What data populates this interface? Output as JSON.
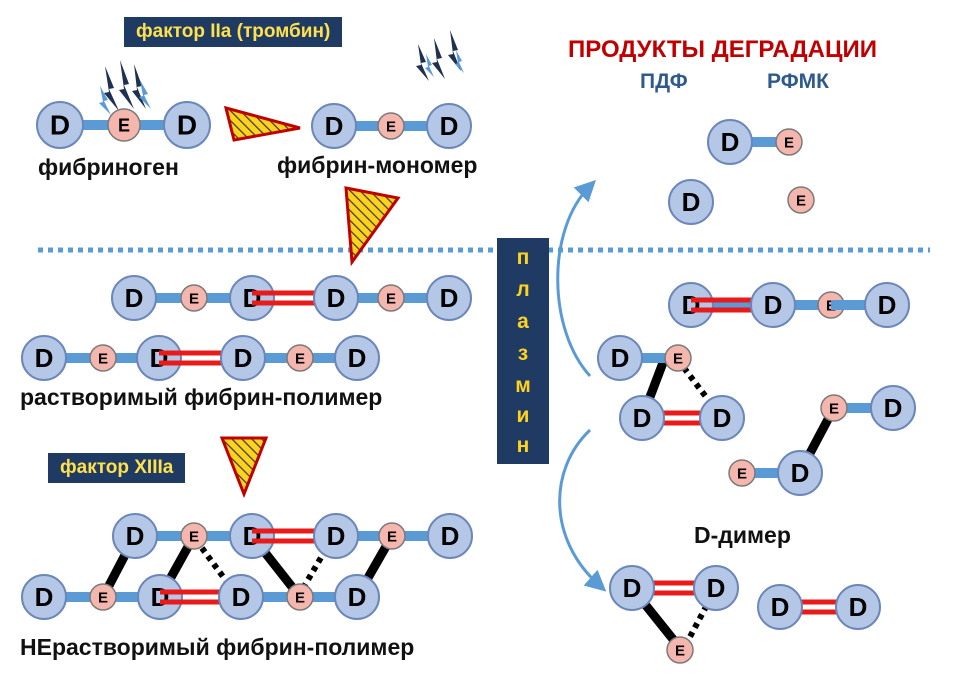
{
  "labels": {
    "factor_iia": "фактор IIa (тромбин)",
    "fibrinogen": "фибриноген",
    "fibrin_monomer": "фибрин-мономер",
    "soluble_polymer": "растворимый фибрин-полимер",
    "factor_xiiia": "фактор XIIIa",
    "insoluble_polymer": "НЕрастворимый фибрин-полимер",
    "degradation_products": "ПРОДУКТЫ ДЕГРАДАЦИИ",
    "pdf": "ПДФ",
    "rfmk": "РФМК",
    "plasmin": [
      "п",
      "л",
      "а",
      "з",
      "м",
      "и",
      "н"
    ],
    "d_dimer": "D-димер"
  },
  "domain_letters": {
    "d": "D",
    "e": "E"
  },
  "colors": {
    "d_domain_fill": "#b4c7e7",
    "d_domain_stroke": "#6b86b8",
    "e_domain_fill": "#f4b6ad",
    "connector": "#5b9bd5",
    "crosslink": "#e81a1a",
    "covalent_bond": "#000000",
    "enzyme_fill": "#ffd21e",
    "enzyme_stroke": "#c00000",
    "divider": "#5b9bd5",
    "heading_red": "#c00000",
    "heading_blue": "#2e5b8c",
    "label_box": "#1f3a63",
    "label_box_text": "#ffe14d"
  }
}
